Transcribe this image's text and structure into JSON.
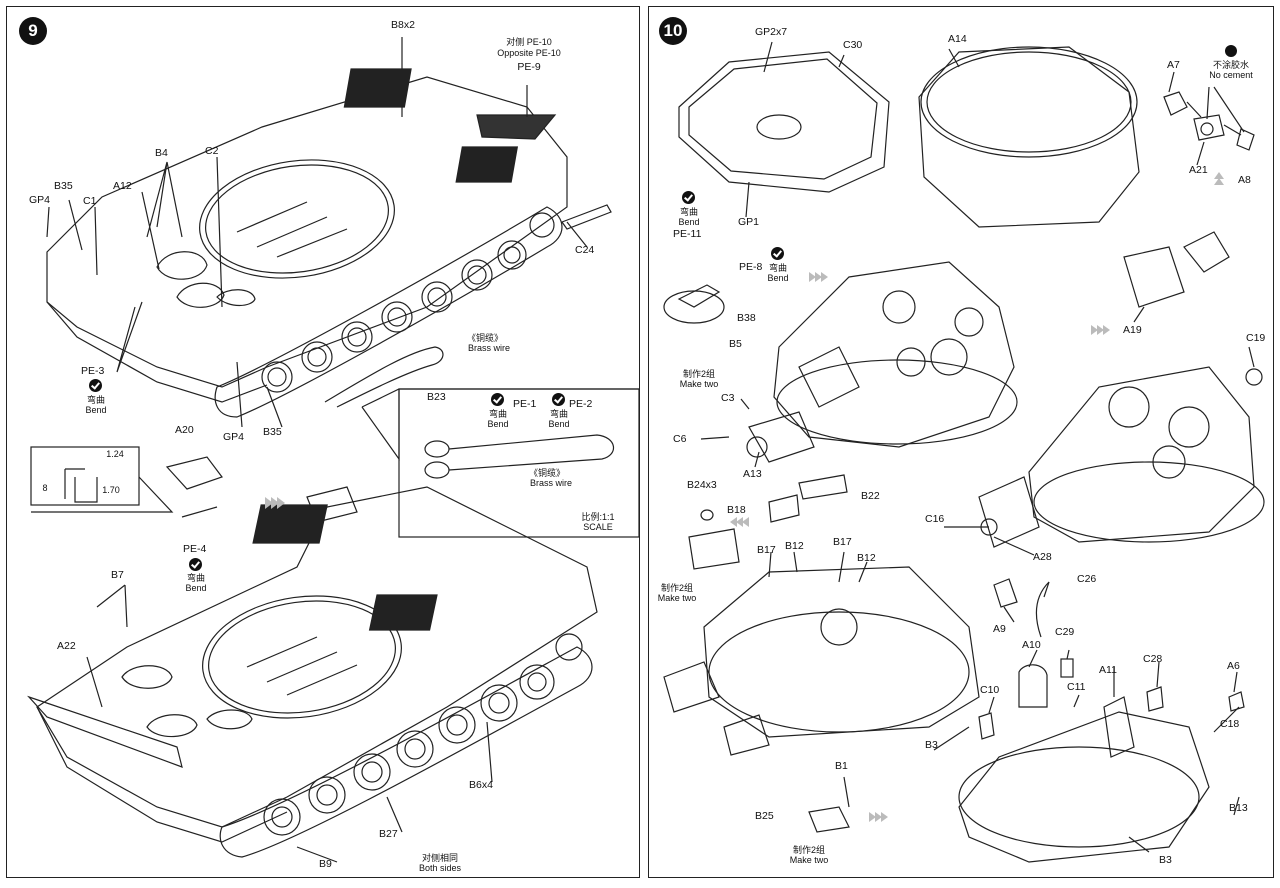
{
  "step9": {
    "number": "9",
    "labels": {
      "b8x2": "B8x2",
      "pe10_cn": "对侧 PE-10",
      "pe10_en": "Opposite PE-10",
      "pe9": "PE-9",
      "b4": "B4",
      "c2": "C2",
      "a12": "A12",
      "b35": "B35",
      "gp4": "GP4",
      "c1": "C1",
      "c24": "C24",
      "pe3": "PE-3",
      "bend_cn": "弯曲",
      "bend_en": "Bend",
      "gp4_b": "GP4",
      "b35_b": "B35",
      "brass_cn": "《铜缆》",
      "brass_en": "Brass wire",
      "b23": "B23",
      "pe1": "PE-1",
      "pe2": "PE-2",
      "bend1_cn": "弯曲",
      "bend1_en": "Bend",
      "bend2_cn": "弯曲",
      "bend2_en": "Bend",
      "brass2_cn": "《铜缆》",
      "brass2_en": "Brass wire",
      "scale_cn": "比例:1:1",
      "scale_en": "SCALE",
      "a20": "A20",
      "pe4": "PE-4",
      "bend3_cn": "弯曲",
      "bend3_en": "Bend",
      "dim_124": "1.24",
      "dim_8": "8",
      "dim_170": "1.70",
      "b7": "B7",
      "a22": "A22",
      "b6x4": "B6x4",
      "b27": "B27",
      "b9": "B9",
      "both_cn": "对侧相同",
      "both_en": "Both sides"
    }
  },
  "step10": {
    "number": "10",
    "labels": {
      "gp2x7": "GP2x7",
      "c30": "C30",
      "a14": "A14",
      "a7": "A7",
      "no_cement_cn": "不涂胶水",
      "no_cement_en": "No cement",
      "a21": "A21",
      "a8": "A8",
      "gp1": "GP1",
      "bend_cn": "弯曲",
      "bend_en": "Bend",
      "pe11": "PE-11",
      "pe8": "PE-8",
      "bend2_cn": "弯曲",
      "bend2_en": "Bend",
      "b38": "B38",
      "b5": "B5",
      "make2_cn": "制作2组",
      "make2_en": "Make two",
      "a19": "A19",
      "c19": "C19",
      "c3": "C3",
      "c6": "C6",
      "a13": "A13",
      "b24x3": "B24x3",
      "b18": "B18",
      "b22": "B22",
      "c16": "C16",
      "a28": "A28",
      "b17a": "B17",
      "b12a": "B12",
      "b17b": "B17",
      "b12b": "B12",
      "make2b_cn": "制作2组",
      "make2b_en": "Make two",
      "c26": "C26",
      "a9": "A9",
      "a10": "A10",
      "c29": "C29",
      "a11": "A11",
      "c28": "C28",
      "a6": "A6",
      "c10": "C10",
      "c11": "C11",
      "c18": "C18",
      "b3a": "B3",
      "b1": "B1",
      "b25": "B25",
      "make2c_cn": "制作2组",
      "make2c_en": "Make two",
      "b13": "B13",
      "b3b": "B3"
    }
  }
}
